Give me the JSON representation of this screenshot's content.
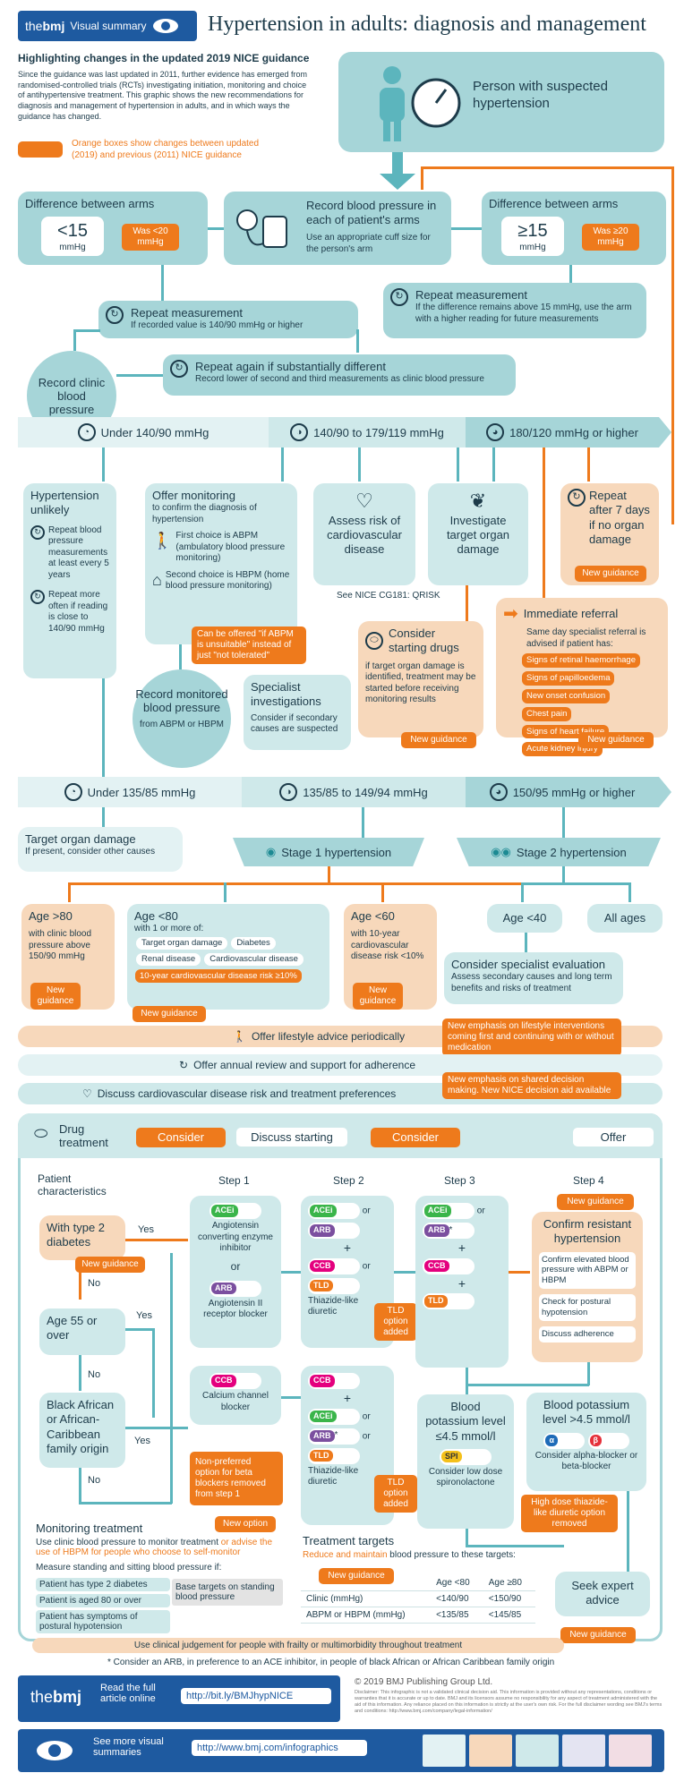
{
  "header": {
    "brand": "the",
    "brand_bold": "bmj",
    "badge": "Visual summary",
    "title": "Hypertension in adults: diagnosis and management"
  },
  "intro": {
    "subtitle": "Highlighting changes in the updated 2019 NICE guidance",
    "text": "Since the guidance was last updated in 2011, further evidence has emerged from randomised-controlled trials (RCTs) investigating initiation, monitoring and choice of antihypertensive treatment. This graphic shows the new recommendations for diagnosis and management of hypertension in adults, and in which ways the guidance has changed.",
    "legend": "Orange boxes show changes between updated (2019) and previous (2011) NICE guidance"
  },
  "person": "Person with suspected hypertension",
  "arms": {
    "left_title": "Difference between arms",
    "left_value": "<15",
    "left_unit": "mmHg",
    "left_was": "Was <20 mmHg",
    "center_title": "Record blood pressure in each of patient's arms",
    "center_sub": "Use an appropriate cuff size for the person's arm",
    "right_title": "Difference between arms",
    "right_value": "≥15",
    "right_unit": "mmHg",
    "right_was": "Was ≥20 mmHg"
  },
  "repeat1": {
    "title": "Repeat measurement",
    "sub": "If recorded value is 140/90 mmHg or higher"
  },
  "repeat2": {
    "title": "Repeat measurement",
    "sub": "If the difference remains above 15 mmHg, use the arm with a higher reading for future measurements"
  },
  "repeat3": {
    "title": "Repeat again if substantially different",
    "sub": "Record lower of second and third measurements as clinic blood pressure"
  },
  "record_clinic": "Record clinic blood pressure",
  "band1": {
    "a": "Under 140/90 mmHg",
    "b": "140/90 to 179/119 mmHg",
    "c": "180/120 mmHg or higher"
  },
  "unlikely": {
    "title": "Hypertension unlikely",
    "i1": "Repeat blood pressure measurements at least every 5 years",
    "i2": "Repeat more often if reading is close to 140/90 mmHg"
  },
  "monitoring": {
    "title": "Offer monitoring",
    "sub": "to confirm the diagnosis of hypertension",
    "i1": "First choice is ABPM (ambulatory blood pressure monitoring)",
    "i2": "Second choice is HBPM (home blood pressure monitoring)",
    "note": "Can be offered \"if ABPM is unsuitable\" instead of just \"not tolerated\""
  },
  "cvd": {
    "title": "Assess risk of cardiovascular disease",
    "note": "See NICE CG181: QRISK"
  },
  "organ": {
    "title": "Investigate target organ damage"
  },
  "repeat7": {
    "title": "Repeat after 7 days if no organ damage",
    "ng": "New guidance"
  },
  "drugs": {
    "title": "Consider starting drugs",
    "text": "if target organ damage is identified, treatment may be started before receiving monitoring results",
    "ng": "New guidance"
  },
  "referral": {
    "title": "Immediate referral",
    "sub": "Same day specialist referral is advised if patient has:",
    "signs": [
      "Signs of retinal haemorrhage",
      "Signs of papilloedema",
      "New onset confusion",
      "Chest pain",
      "Signs of heart failure",
      "Acute kidney injury"
    ],
    "ng": "New guidance"
  },
  "record_mon": {
    "title": "Record monitored blood pressure",
    "sub": "from ABPM or HBPM"
  },
  "specialist": {
    "title": "Specialist investigations",
    "sub": "Consider if secondary causes are suspected"
  },
  "band2": {
    "a": "Under 135/85 mmHg",
    "b": "135/85 to 149/94 mmHg",
    "c": "150/95 mmHg  or higher"
  },
  "tod": {
    "title": "Target organ damage",
    "sub": "If present, consider other causes"
  },
  "stage1": "Stage 1 hypertension",
  "stage2": "Stage 2 hypertension",
  "age80p": {
    "title": "Age >80",
    "sub": "with clinic blood pressure above 150/90 mmHg",
    "ng": "New guidance"
  },
  "age80m": {
    "title": "Age <80",
    "sub": "with 1 or more of:",
    "items": [
      "Target organ damage",
      "Diabetes",
      "Renal disease",
      "Cardiovascular disease"
    ],
    "risk": "10-year cardiovascular disease risk ≥10%",
    "ng": "New guidance"
  },
  "age60": {
    "title": "Age <60",
    "sub": "with 10-year cardiovascular disease risk <10%",
    "ng": "New guidance"
  },
  "age40": "Age <40",
  "allages": "All ages",
  "spec_eval": {
    "title": "Consider specialist evaluation",
    "sub": "Assess secondary causes and long term benefits and risks of treatment"
  },
  "lifestyle": {
    "text": "Offer lifestyle advice periodically",
    "note": "New emphasis on lifestyle interventions coming first and continuing with or without medication"
  },
  "annual": "Offer annual review and support for adherence",
  "discuss": {
    "text": "Discuss cardiovascular disease risk and treatment preferences",
    "note": "New emphasis on shared decision making. New NICE decision aid available"
  },
  "treatment": {
    "title": "Drug treatment",
    "c1": "Consider",
    "c2": "Discuss starting",
    "c3": "Consider",
    "c4": "Offer"
  },
  "steps": {
    "patient": "Patient characteristics",
    "s1": "Step 1",
    "s2": "Step 2",
    "s3": "Step 3",
    "s4": "Step 4"
  },
  "flow": {
    "t2d": "With type 2 diabetes",
    "t2d_ng": "New guidance",
    "yes": "Yes",
    "no": "No",
    "age55": "Age 55 or over",
    "black": "Black African or African-Caribbean family origin"
  },
  "drugnames": {
    "acei": "ACEi",
    "arb": "ARB",
    "ccb": "CCB",
    "tld": "TLD",
    "spi": "SPI",
    "alpha": "α",
    "beta": "β",
    "or": "or",
    "plus": "+",
    "star": "*"
  },
  "step1": {
    "acei": "Angiotensin converting enzyme inhibitor",
    "or": "or",
    "arb": "Angiotensin II receptor blocker",
    "ccb": "Calcium channel blocker",
    "beta_note": "Non-preferred option for beta blockers removed from step 1",
    "opt": "New option"
  },
  "step2": {
    "tld": "Thiazide-like diuretic",
    "tld_note": "TLD option added"
  },
  "step4": {
    "ng": "New guidance",
    "title": "Confirm resistant hypertension",
    "i1": "Confirm elevated blood pressure with ABPM or HBPM",
    "i2": "Check for postural hypotension",
    "i3": "Discuss adherence"
  },
  "potassium_low": {
    "title": "Blood potassium level ≤4.5 mmol/l",
    "sub": "Consider low dose spironolactone"
  },
  "potassium_high": {
    "title": "Blood potassium level >4.5 mmol/l",
    "sub": "Consider alpha-blocker or beta-blocker",
    "note": "High dose thiazide-like diuretic option removed"
  },
  "expert": "Seek expert advice",
  "expert_ng": "New guidance",
  "monitor": {
    "title": "Monitoring treatment",
    "text1": "Use clinic blood pressure to monitor treatment",
    "text2": "or advise the use of HBPM for people who choose to self-monitor",
    "sub": "Measure standing and sitting blood pressure if:",
    "items": [
      "Patient has type 2 diabetes",
      "Patient is aged 80 or over",
      "Patient has symptoms of postural hypotension"
    ],
    "base": "Base targets on standing blood pressure"
  },
  "targets": {
    "title": "Treatment targets",
    "t1": "Reduce",
    "t2": "and maintain",
    "t3": "blood pressure to these targets:",
    "ng": "New guidance",
    "h1": "Age <80",
    "h2": "Age ≥80",
    "r1": [
      "Clinic (mmHg)",
      "<140/90",
      "<150/90"
    ],
    "r2": [
      "ABPM or HBPM (mmHg)",
      "<135/85",
      "<145/85"
    ]
  },
  "frailty": "Use clinical judgement for people with frailty or multimorbidity throughout treatment",
  "footnote": "* Consider an ARB, in preference to an ACE inhibitor, in people of black African or African Caribbean family origin",
  "footer": {
    "read": "Read the full article online",
    "url1": "http://bit.ly/BMJhypNICE",
    "copyright": "© 2019 BMJ Publishing Group Ltd.",
    "disclaimer": "Disclaimer: This infographic is not a validated clinical decision aid. This information is provided without any representations, conditions or warranties that it is accurate or up to date. BMJ and its licensors assume no responsibility for any aspect of treatment administered with the aid of this information. Any reliance placed on this information is strictly at the user's own risk. For the full disclaimer wording see BMJ's terms and conditions: http://www.bmj.com/company/legal-information/",
    "more": "See more visual summaries",
    "url2": "http://www.bmj.com/infographics"
  },
  "colors": {
    "teal": "#5cb5bd",
    "light": "#cfe9ea",
    "orange": "#ee7a1c",
    "navy": "#1e5aa0"
  }
}
